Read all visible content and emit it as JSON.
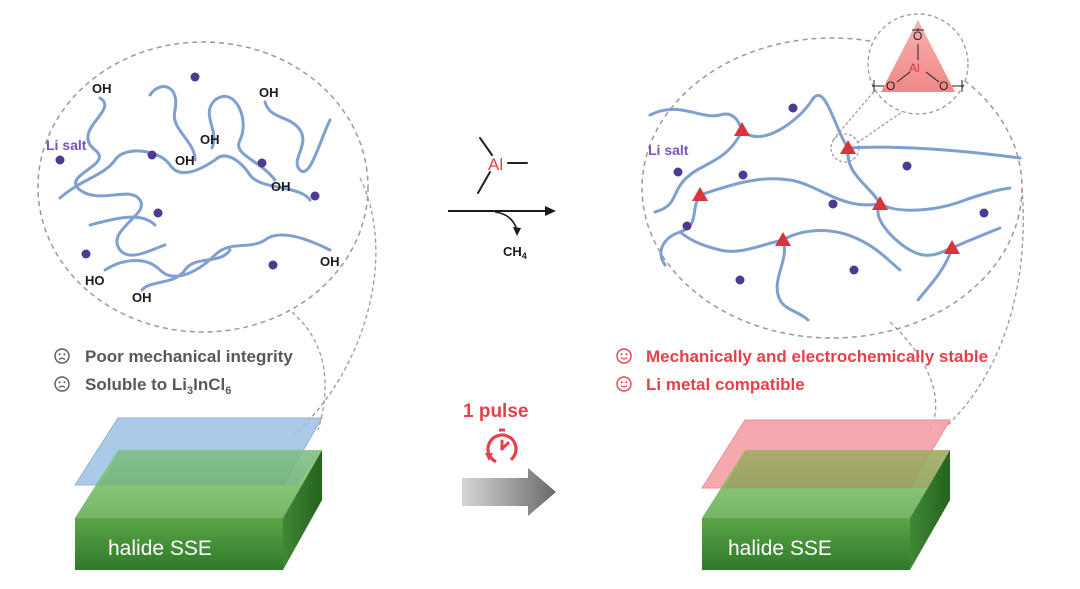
{
  "left_panel": {
    "li_salt_label": "Li salt",
    "oh_groups": [
      "OH",
      "OH",
      "OH",
      "OH",
      "OH",
      "OH",
      "HO",
      "OH"
    ],
    "properties": [
      {
        "icon": "sad-face-icon",
        "text": "Poor mechanical integrity"
      },
      {
        "icon": "sad-face-icon",
        "text_prefix": "Soluble to Li",
        "sub1": "3",
        "text_mid": "InCl",
        "sub2": "6"
      }
    ],
    "block_label": "halide SSE"
  },
  "reaction": {
    "reagent_atom": "Al",
    "byproduct_prefix": "CH",
    "byproduct_sub": "4",
    "pulse_label": "1 pulse"
  },
  "right_panel": {
    "li_salt_label": "Li salt",
    "inset_center_atom": "Al",
    "inset_o_label": "O",
    "properties": [
      {
        "icon": "happy-face-icon",
        "text": "Mechanically and electrochemically stable"
      },
      {
        "icon": "happy-face-icon",
        "text": "Li metal compatible"
      }
    ],
    "block_label": "halide SSE"
  },
  "colors": {
    "chain": "#7f9fd1",
    "li_dot": "#4d3a91",
    "accent_red": "#e8404a",
    "crosslink": "#d8343e",
    "text_gray": "#595959",
    "li_salt_text": "#7a52c0",
    "block_green": "#4f9b3f",
    "blue_film": "#9cc1e4",
    "pink_film": "#f4a0a6",
    "arrow_gray": "#7f7f7f"
  }
}
